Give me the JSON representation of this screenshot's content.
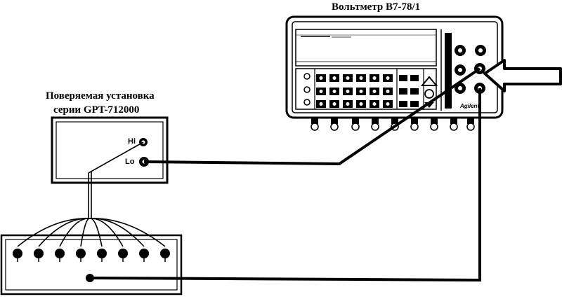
{
  "voltmeter": {
    "title": "Вольтметр В7-78/1",
    "brand": "Agilent"
  },
  "device": {
    "title_line1": "Поверяемая установка",
    "title_line2": "серии GPT-712000",
    "terminal_hi": "Hi",
    "terminal_lo": "Lo"
  },
  "icons": [
    "voltmeter-front-panel",
    "test-device-box",
    "jumper-board",
    "arrow-left-icon",
    "terminal-jack-icon"
  ],
  "colors": {
    "line": "#000000",
    "background": "#ffffff"
  }
}
